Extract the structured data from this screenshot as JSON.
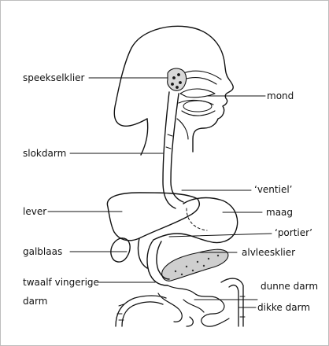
{
  "labels": {
    "speekselklier": "speekselklier",
    "mond": "mond",
    "slokdarm": "slokdarm",
    "ventiel": "‘ventiel’",
    "lever": "lever",
    "maag": "maag",
    "portier": "‘portier’",
    "galblaas": "galblaas",
    "alvleesklier": "alvleesklier",
    "twaalfvingerige_1": "twaalf vingerige",
    "twaalfvingerige_2": "darm",
    "dunne_darm": "dunne darm",
    "dikke_darm": "dikke darm"
  },
  "colors": {
    "ink": "#111111",
    "stipple": "#9a9a9a",
    "frame": "#bdbdbd"
  }
}
